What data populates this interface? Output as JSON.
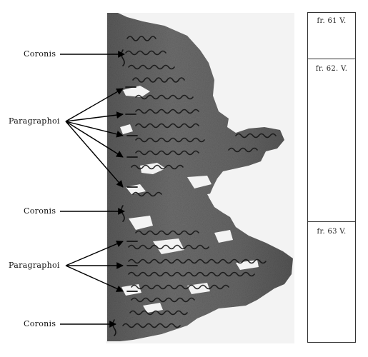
{
  "annotations": [
    {
      "id": "coronis-top",
      "label": "Coronis"
    },
    {
      "id": "paragraphoi-top",
      "label": "Paragraphoi"
    },
    {
      "id": "coronis-middle",
      "label": "Coronis"
    },
    {
      "id": "paragraphoi-bottom",
      "label": "Paragraphoi"
    },
    {
      "id": "coronis-bottom",
      "label": "Coronis"
    }
  ],
  "fragments": [
    {
      "label": "fr. 61 V."
    },
    {
      "label": "fr. 62. V."
    },
    {
      "label": "fr. 63 V."
    }
  ],
  "colors": {
    "papyrus_dark": "#4a4a4a",
    "papyrus_mid": "#6b6b6b",
    "papyrus_light": "#8a8a8a",
    "ink": "#141414",
    "arrow": "#000000"
  }
}
